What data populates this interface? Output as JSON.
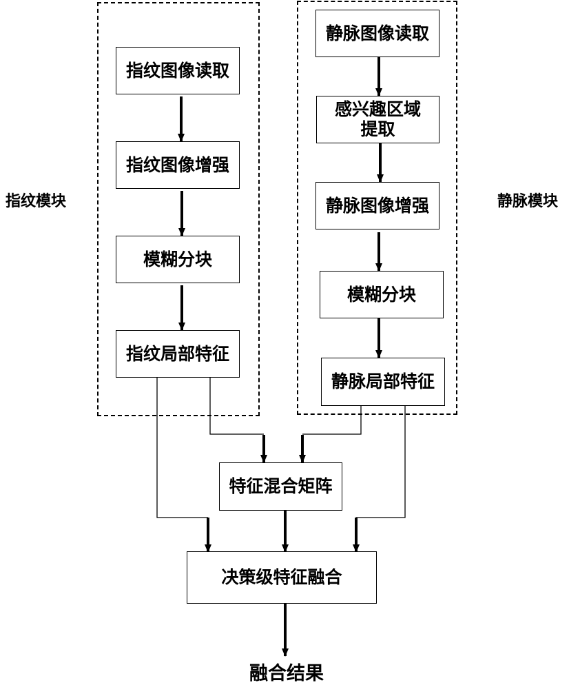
{
  "modules": {
    "fingerprint": {
      "label": "指纹模块"
    },
    "vein": {
      "label": "静脉模块"
    }
  },
  "nodes": {
    "fp_read": "指纹图像读取",
    "fp_enhance": "指纹图像增强",
    "fp_fuzzy_block": "模糊分块",
    "fp_local_feature": "指纹局部特征",
    "vein_read": "静脉图像读取",
    "vein_roi": "感兴趣区域\n提取",
    "vein_enhance": "静脉图像增强",
    "vein_fuzzy_block": "模糊分块",
    "vein_local_feature": "静脉局部特征",
    "feature_mix_matrix": "特征混合矩阵",
    "decision_fusion": "决策级特征融合"
  },
  "output": {
    "label": "融合结果"
  },
  "edges": [
    [
      "fp_read",
      "fp_enhance"
    ],
    [
      "fp_enhance",
      "fp_fuzzy_block"
    ],
    [
      "fp_fuzzy_block",
      "fp_local_feature"
    ],
    [
      "vein_read",
      "vein_roi"
    ],
    [
      "vein_roi",
      "vein_enhance"
    ],
    [
      "vein_enhance",
      "vein_fuzzy_block"
    ],
    [
      "vein_fuzzy_block",
      "vein_local_feature"
    ],
    [
      "fp_local_feature",
      "feature_mix_matrix"
    ],
    [
      "vein_local_feature",
      "feature_mix_matrix"
    ],
    [
      "fp_local_feature",
      "decision_fusion"
    ],
    [
      "feature_mix_matrix",
      "decision_fusion"
    ],
    [
      "vein_local_feature",
      "decision_fusion"
    ],
    [
      "decision_fusion",
      "fusion_result"
    ]
  ]
}
